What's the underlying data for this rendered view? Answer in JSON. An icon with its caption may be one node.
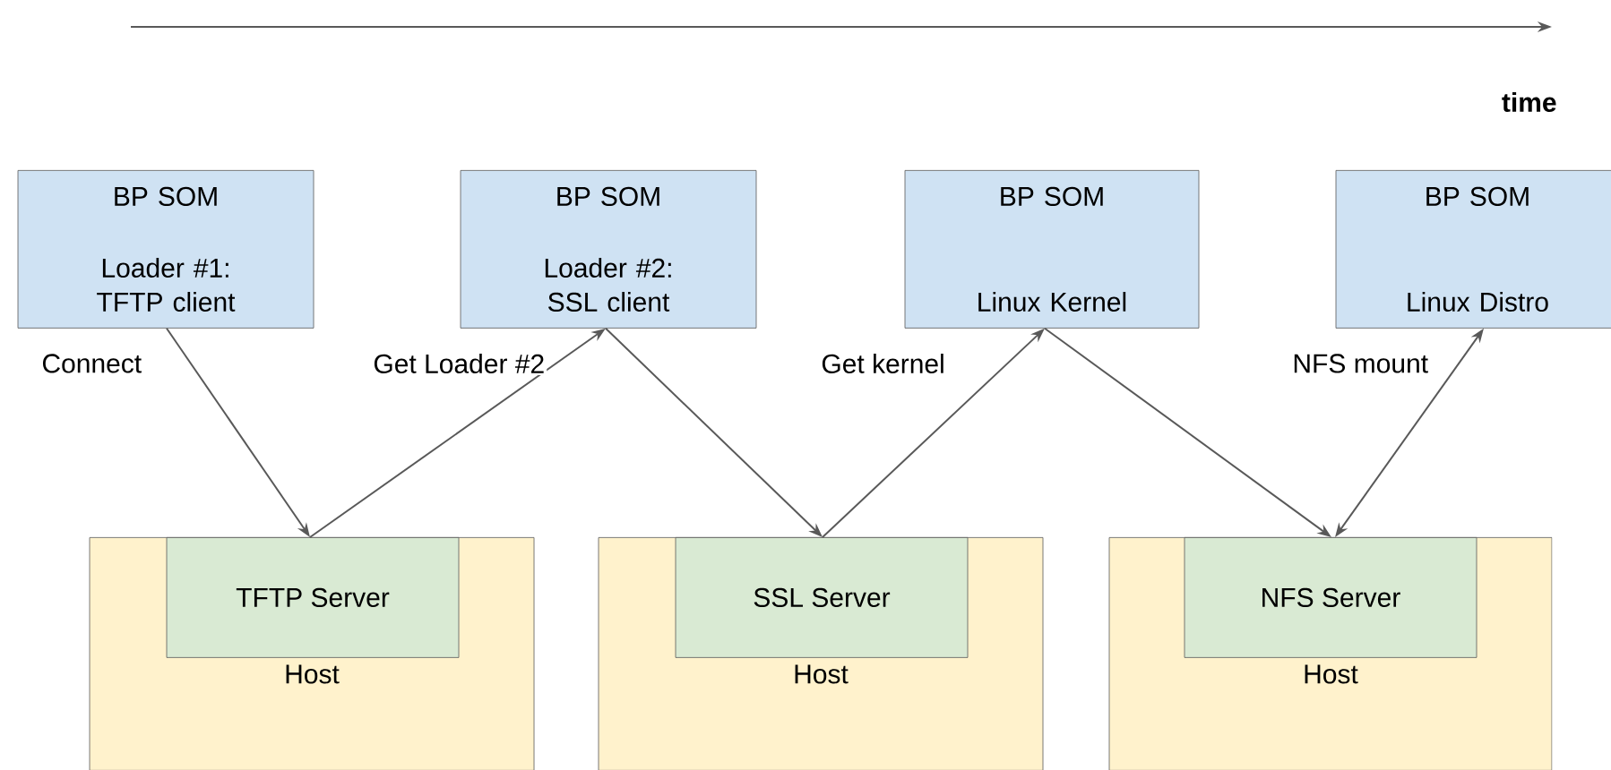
{
  "diagram": {
    "nodes": [
      {
        "text": [
          "BP SOM",
          "Loader #1: TFTP client"
        ]
      },
      {
        "text": [
          "BP SOM",
          "Loader #2: SSL client"
        ]
      },
      {
        "text": [
          "BP SOM",
          "Linux Kernel"
        ]
      },
      {
        "text": [
          "BP SOM",
          "Linux Distro"
        ]
      },
      {
        "text": [
          "Host"
        ]
      },
      {
        "text": [
          "TFTP Server"
        ],
        "in": 4
      },
      {
        "text": [
          "Host"
        ]
      },
      {
        "text": [
          "SSL Server"
        ],
        "in": 6
      },
      {
        "text": [
          "Host"
        ]
      },
      {
        "text": [
          "NFS Server"
        ],
        "in": 8
      }
    ],
    "edges": [
      {
        "from": 0,
        "to": 5,
        "arrow": "to",
        "label": "Connect"
      },
      {
        "from": 5,
        "to": 1,
        "arrow": "to",
        "label": "Get Loader #2"
      },
      {
        "from": 1,
        "to": 7,
        "arrow": "to"
      },
      {
        "from": 7,
        "to": 2,
        "arrow": "to",
        "label": "Get kernel"
      },
      {
        "from": 2,
        "to": 9,
        "arrow": "to"
      },
      {
        "from": 9,
        "to": 3,
        "arrow": "both",
        "label": "NFS mount"
      }
    ],
    "labels": [
      "time"
    ]
  }
}
